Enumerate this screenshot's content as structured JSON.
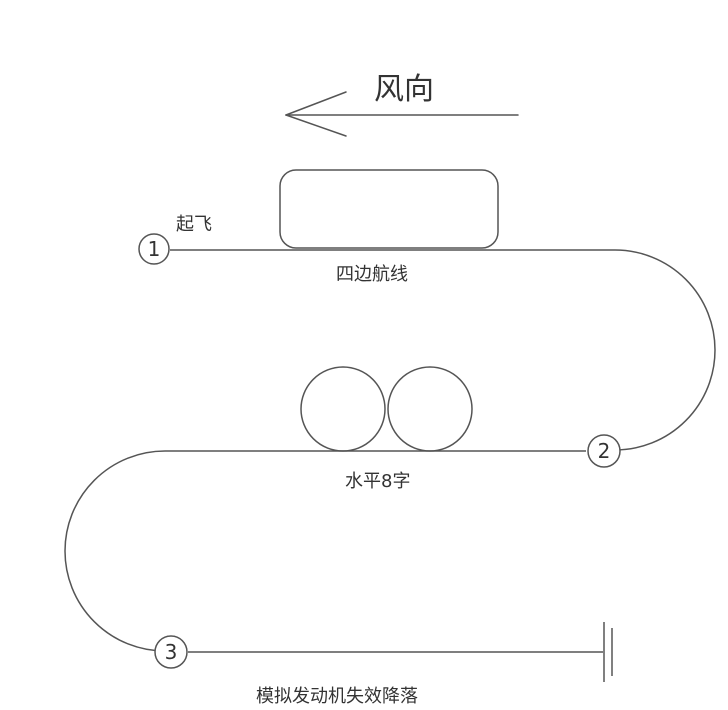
{
  "wind": {
    "label": "风向"
  },
  "waypoints": [
    {
      "number": "1",
      "label": "起飞"
    },
    {
      "number": "2"
    },
    {
      "number": "3"
    }
  ],
  "maneuvers": {
    "circuit": "四边航线",
    "figure_eight": "水平8字",
    "engine_failure_landing": "模拟发动机失效降落"
  },
  "colors": {
    "line": "#555555",
    "text": "#333333",
    "background": "#ffffff"
  }
}
